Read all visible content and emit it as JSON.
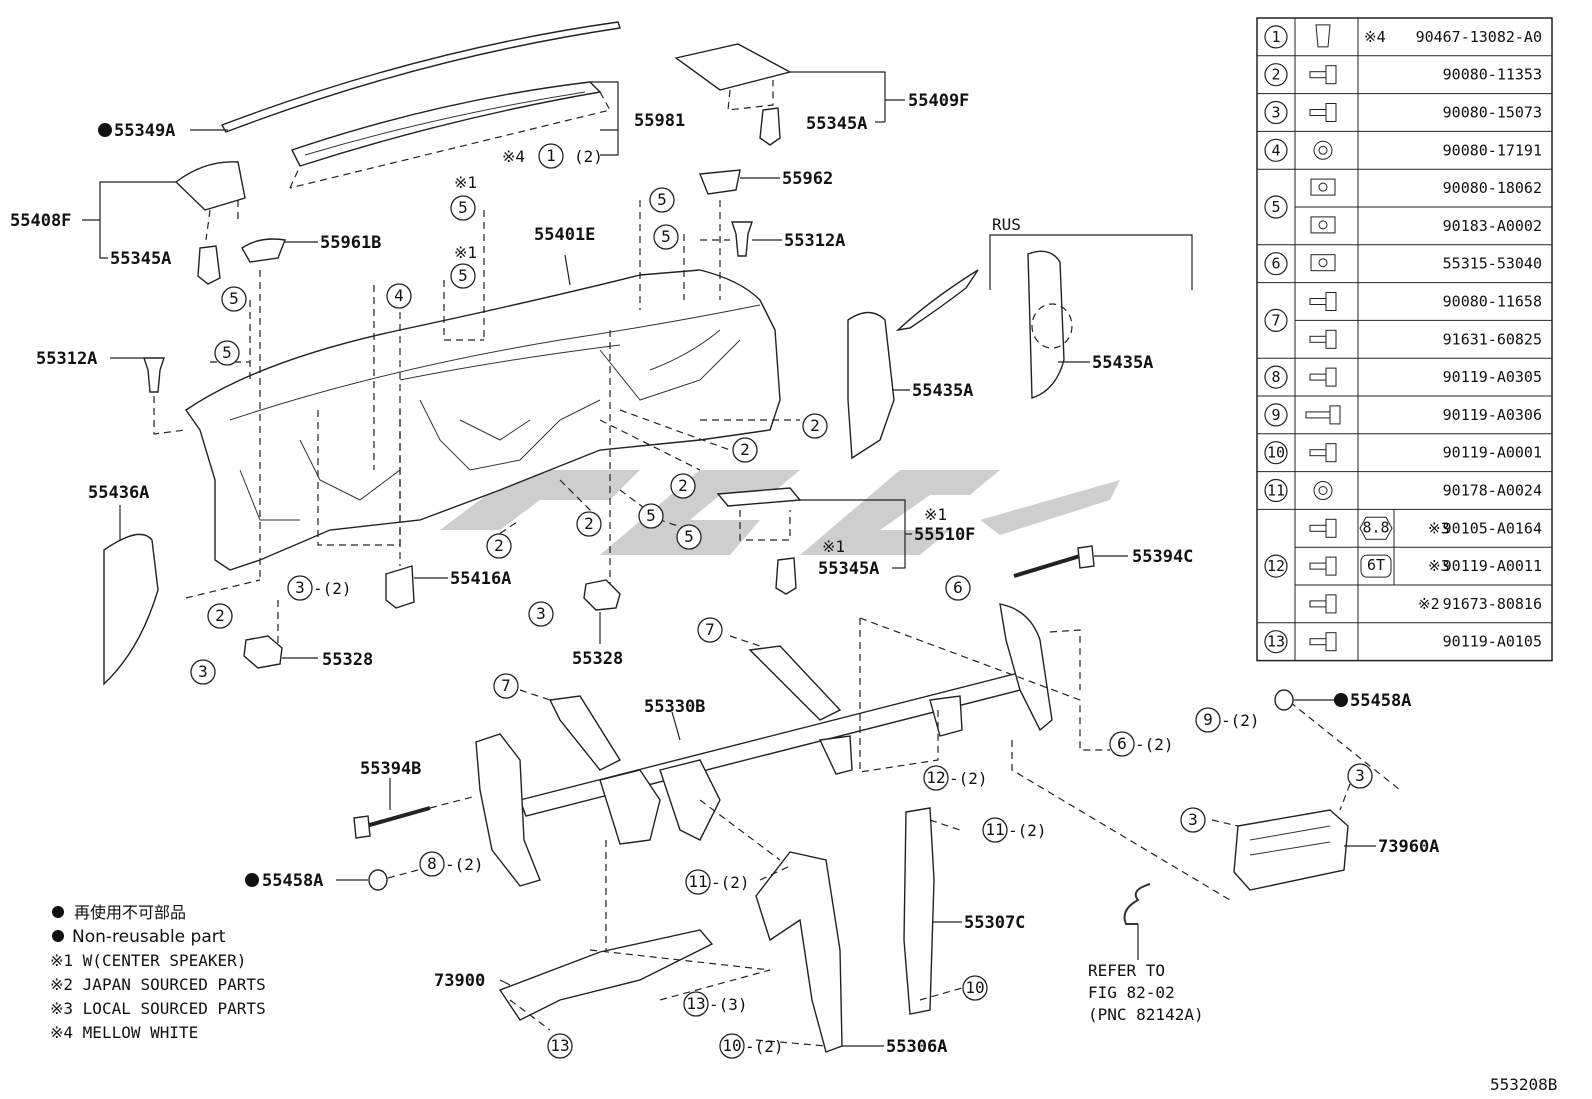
{
  "callouts": [
    {
      "id": "c-55349A",
      "text": "55349A",
      "dot": true
    },
    {
      "id": "c-55408F",
      "text": "55408F"
    },
    {
      "id": "c-55345A-l",
      "text": "55345A"
    },
    {
      "id": "c-55961B",
      "text": "55961B"
    },
    {
      "id": "c-55312A-l",
      "text": "55312A"
    },
    {
      "id": "c-55436A",
      "text": "55436A"
    },
    {
      "id": "c-55981",
      "text": "55981"
    },
    {
      "id": "c-55409F",
      "text": "55409F"
    },
    {
      "id": "c-55345A-t",
      "text": "55345A"
    },
    {
      "id": "c-55962",
      "text": "55962"
    },
    {
      "id": "c-55312A-r",
      "text": "55312A"
    },
    {
      "id": "c-55401E",
      "text": "55401E"
    },
    {
      "id": "c-55435A-a",
      "text": "55435A"
    },
    {
      "id": "c-55435A-b",
      "text": "55435A"
    },
    {
      "id": "c-55510F",
      "text": "55510F"
    },
    {
      "id": "c-55345A-m",
      "text": "55345A"
    },
    {
      "id": "c-55416A",
      "text": "55416A"
    },
    {
      "id": "c-55328-l",
      "text": "55328"
    },
    {
      "id": "c-55328-m",
      "text": "55328"
    },
    {
      "id": "c-55394C",
      "text": "55394C"
    },
    {
      "id": "c-55458A-r",
      "text": "55458A",
      "dot": true
    },
    {
      "id": "c-55330B",
      "text": "55330B"
    },
    {
      "id": "c-55394B",
      "text": "55394B"
    },
    {
      "id": "c-55458A-l",
      "text": "55458A",
      "dot": true
    },
    {
      "id": "c-73960A",
      "text": "73960A"
    },
    {
      "id": "c-55307C",
      "text": "55307C"
    },
    {
      "id": "c-73900",
      "text": "73900"
    },
    {
      "id": "c-55306A",
      "text": "55306A"
    }
  ],
  "rus_label": "RUS",
  "refer": [
    "REFER TO",
    "FIG 82-02",
    "(PNC 82142A)"
  ],
  "notes": {
    "n1": "再使用不可部品",
    "n2": "Non-reusable part",
    "n3": "※1 W(CENTER SPEAKER)",
    "n4": "※2 JAPAN SOURCED PARTS",
    "n5": "※3 LOCAL SOURCED PARTS",
    "n6": "※4 MELLOW WHITE"
  },
  "figure_id": "553208B",
  "marks": {
    "x1": "※1",
    "x4": "※4",
    "x4_qty": "(2)"
  },
  "qty2": "-(2)",
  "qty3": "-(3)",
  "table": [
    {
      "no": "1",
      "part": "90467-13082-A0",
      "mark": "※4",
      "icon": "clip-icon"
    },
    {
      "no": "2",
      "part": "90080-11353",
      "icon": "screw-icon"
    },
    {
      "no": "3",
      "part": "90080-15073",
      "icon": "screw-icon"
    },
    {
      "no": "4",
      "part": "90080-17191",
      "icon": "nut-icon"
    },
    {
      "no": "5",
      "part": "90080-18062",
      "icon": "clip-nut-icon"
    },
    {
      "no": "5",
      "part": "90183-A0002",
      "icon": "clip-nut-icon"
    },
    {
      "no": "6",
      "part": "55315-53040",
      "icon": "retainer-icon"
    },
    {
      "no": "7",
      "part": "90080-11658",
      "icon": "bolt-icon"
    },
    {
      "no": "7",
      "part": "91631-60825",
      "icon": "bolt-icon"
    },
    {
      "no": "8",
      "part": "90119-A0305",
      "icon": "bolt-icon"
    },
    {
      "no": "9",
      "part": "90119-A0306",
      "icon": "long-bolt-icon"
    },
    {
      "no": "10",
      "part": "90119-A0001",
      "icon": "bolt-icon"
    },
    {
      "no": "11",
      "part": "90178-A0024",
      "icon": "nut-icon"
    },
    {
      "no": "12",
      "part": "90105-A0164",
      "mark": "※3",
      "grade": "8.8",
      "icon": "bolt-icon"
    },
    {
      "no": "12",
      "part": "90119-A0011",
      "mark": "※3",
      "grade": "6T",
      "icon": "bolt-icon"
    },
    {
      "no": "12",
      "part": "91673-80816",
      "mark": "※2",
      "icon": "bolt-icon"
    },
    {
      "no": "13",
      "part": "90119-A0105",
      "icon": "bolt-icon"
    }
  ]
}
